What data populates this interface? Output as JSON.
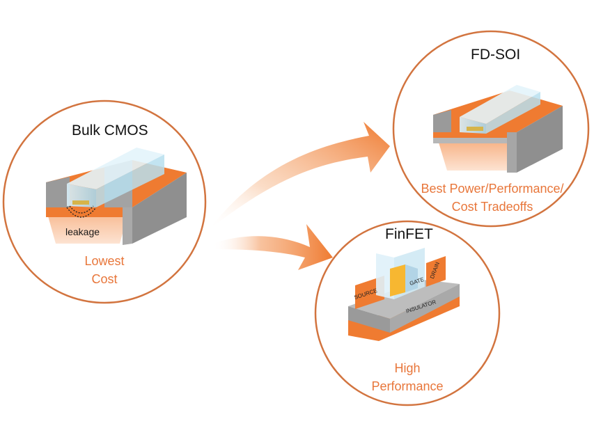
{
  "colors": {
    "circle_stroke": "#d2743f",
    "accent_text": "#e8763a",
    "orange": "#ef7b31",
    "gray": "#8e8e8e",
    "glass": "#bfe3f2"
  },
  "bulk": {
    "title": "Bulk CMOS",
    "leakage_label": "leakage",
    "caption_line1": "Lowest",
    "caption_line2": "Cost"
  },
  "fdsoi": {
    "title": "FD-SOI",
    "caption_line1": "Best Power/Performance/",
    "caption_line2": "Cost Tradeoffs"
  },
  "finfet": {
    "title": "FinFET",
    "source_label": "SOURCE",
    "gate_label": "GATE",
    "drain_label": "DRAIN",
    "insulator_label": "INSULATOR",
    "caption_line1": "High",
    "caption_line2": "Performance"
  }
}
